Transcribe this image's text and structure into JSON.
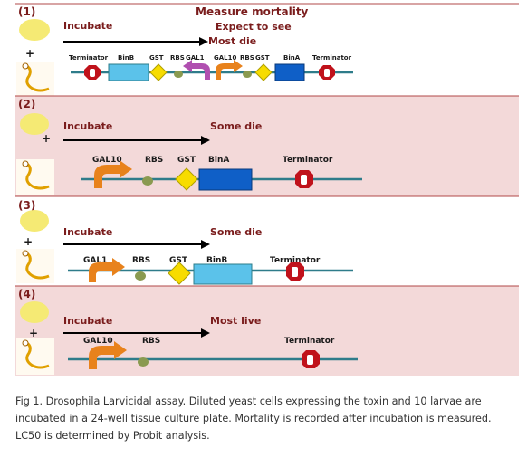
{
  "panels": [
    {
      "id": "(1)",
      "incubate": "Incubate",
      "outcome": "Measure mortality",
      "outcome2": "Expect to see",
      "outcome3": "Most die",
      "genes": [
        "Terminator",
        "BinB",
        "GST",
        "RBS",
        "GAL1",
        "GAL10",
        "RBS",
        "GST",
        "BinA",
        "Terminator"
      ]
    },
    {
      "id": "(2)",
      "incubate": "Incubate",
      "outcome": "Some die",
      "genes": [
        "GAL10",
        "RBS",
        "GST",
        "BinA",
        "Terminator"
      ]
    },
    {
      "id": "(3)",
      "incubate": "Incubate",
      "outcome": "Some die",
      "genes": [
        "GAL1",
        "RBS",
        "GST",
        "BinB",
        "Terminator"
      ]
    },
    {
      "id": "(4)",
      "incubate": "Incubate",
      "outcome": "Most live",
      "genes": [
        "GAL10",
        "RBS",
        "Terminator"
      ]
    }
  ],
  "plus": "+",
  "caption": "Fig 1. Drosophila Larvicidal assay. Diluted yeast cells expressing the toxin and 10 larvae are incubated in a 24-well tissue culture plate. Mortality is recorded after incubation is measured. LC50 is determined by Probit analysis.",
  "colors": {
    "panel_bg_pink": "#f3d9d9",
    "panel_border": "#b04848",
    "dna_line": "#2e7c8a",
    "binb_fill": "#5bc2ea",
    "bina_fill": "#0f5fc7",
    "gst_fill": "#f7dc00",
    "rbs_fill": "#8a9a50",
    "promoter_fill": "#e8821c",
    "gal1_fill": "#b04fb0",
    "terminator_fill": "#c0121b",
    "yeast_fill": "#f5ea74",
    "larva_color": "#e0a000",
    "label_red": "#7a1c1c"
  }
}
